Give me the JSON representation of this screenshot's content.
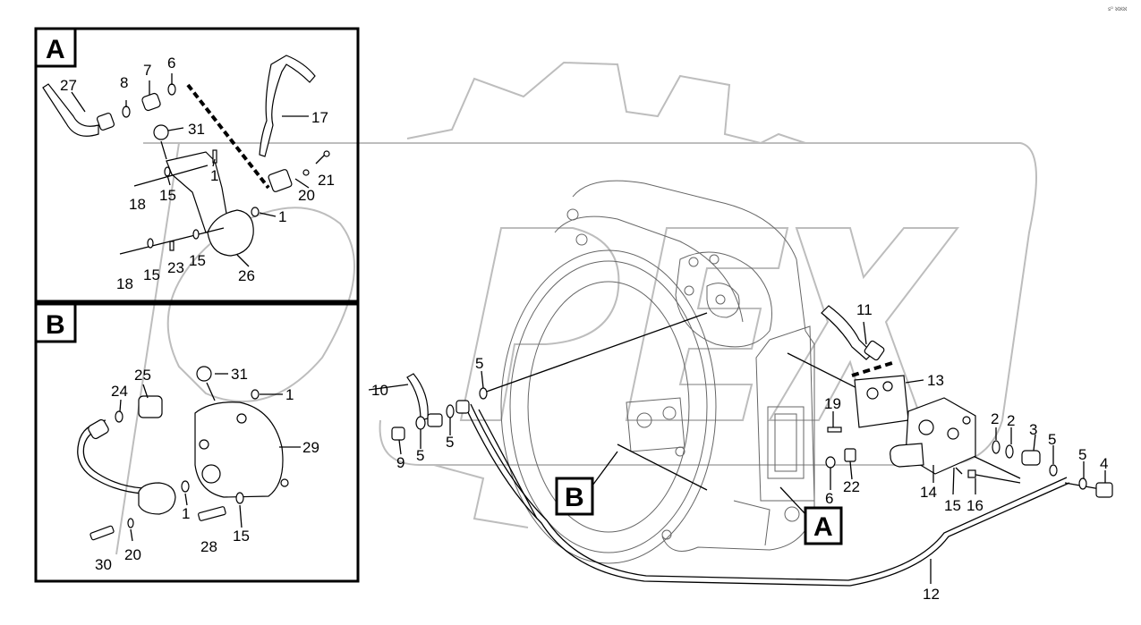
{
  "corner_code": "sᴰ ℵℵℵ",
  "views": {
    "A": {
      "label": "A"
    },
    "B": {
      "label": "B"
    }
  },
  "markers": {
    "B": "B",
    "A": "A"
  },
  "callouts_view_a": [
    "27",
    "8",
    "7",
    "6",
    "17",
    "31",
    "1",
    "21",
    "20",
    "15",
    "18",
    "1",
    "15",
    "23",
    "15",
    "18",
    "26"
  ],
  "callouts_view_b": [
    "25",
    "31",
    "24",
    "1",
    "29",
    "1",
    "28",
    "15",
    "30",
    "20"
  ],
  "callouts_main": [
    "11",
    "13",
    "10",
    "5",
    "19",
    "2",
    "2",
    "3",
    "5",
    "5",
    "4",
    "9",
    "5",
    "5",
    "14",
    "15",
    "16",
    "6",
    "22",
    "12"
  ]
}
